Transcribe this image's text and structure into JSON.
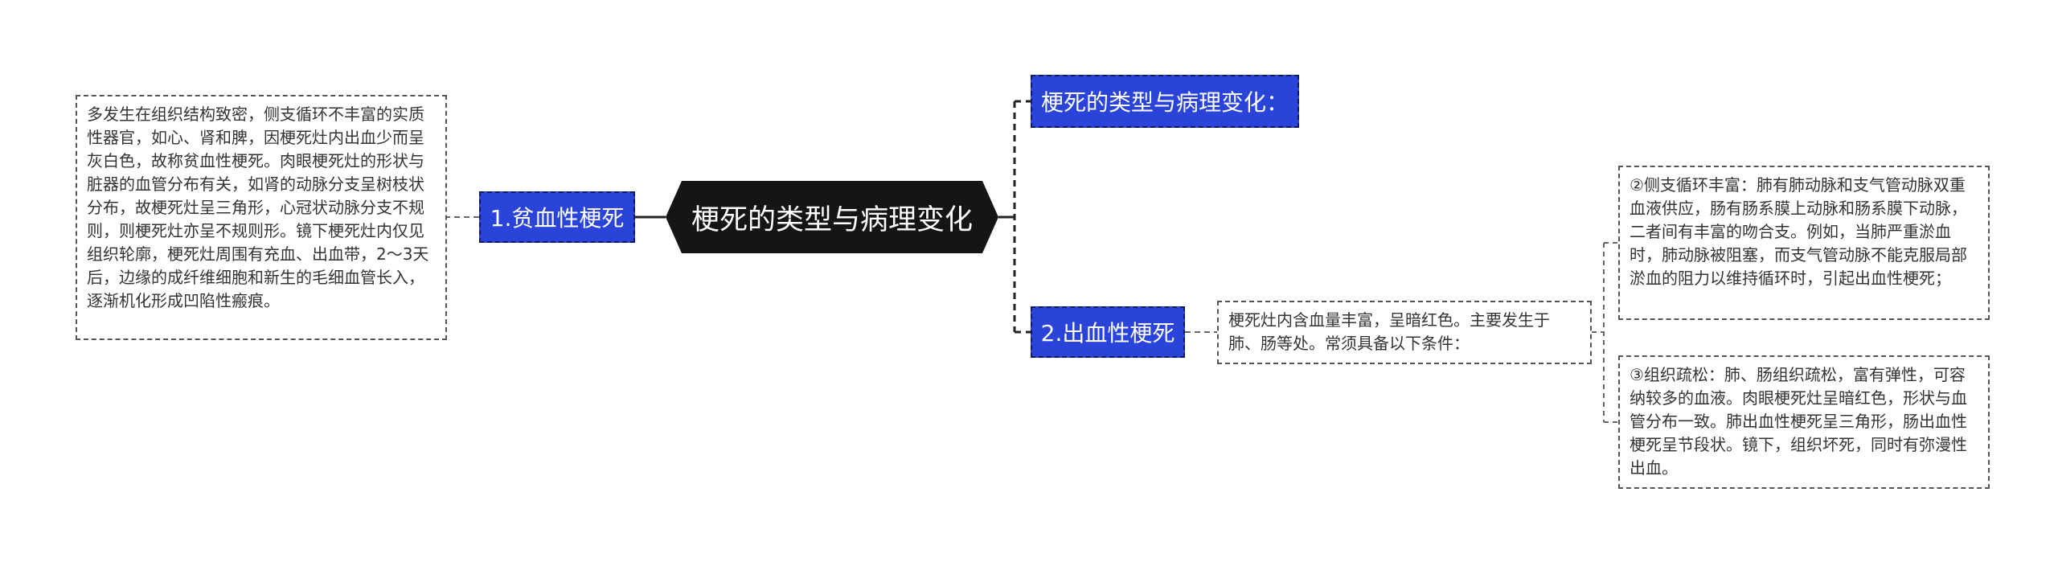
{
  "root": {
    "label": "梗死的类型与病理变化"
  },
  "branches": {
    "top": {
      "label": "梗死的类型与病理变化："
    },
    "anemic": {
      "label": "1.贫血性梗死",
      "detail": "多发生在组织结构致密，侧支循环不丰富的实质性器官，如心、肾和脾，因梗死灶内出血少而呈灰白色，故称贫血性梗死。肉眼梗死灶的形状与脏器的血管分布有关，如肾的动脉分支呈树枝状分布，故梗死灶呈三角形，心冠状动脉分支不规则，则梗死灶亦呈不规则形。镜下梗死灶内仅见组织轮廓，梗死灶周围有充血、出血带，2～3天后，边缘的成纤维细胞和新生的毛细血管长入，逐渐机化形成凹陷性瘢痕。"
    },
    "hemorrhagic": {
      "label": "2.出血性梗死",
      "detail": "梗死灶内含血量丰富，呈暗红色。主要发生于肺、肠等处。常须具备以下条件：",
      "conditions": [
        "②侧支循环丰富：肺有肺动脉和支气管动脉双重血液供应，肠有肠系膜上动脉和肠系膜下动脉，二者间有丰富的吻合支。例如，当肺严重淤血时，肺动脉被阻塞，而支气管动脉不能克服局部淤血的阻力以维持循环时，引起出血性梗死；",
        "③组织疏松：肺、肠组织疏松，富有弹性，可容纳较多的血液。肉眼梗死灶呈暗红色，形状与血管分布一致。肺出血性梗死呈三角形，肠出血性梗死呈节段状。镜下，组织坏死，同时有弥漫性出血。"
      ]
    }
  },
  "colors": {
    "root_bg": "#151515",
    "branch_bg": "#2a43d8",
    "connector": "#222222"
  }
}
